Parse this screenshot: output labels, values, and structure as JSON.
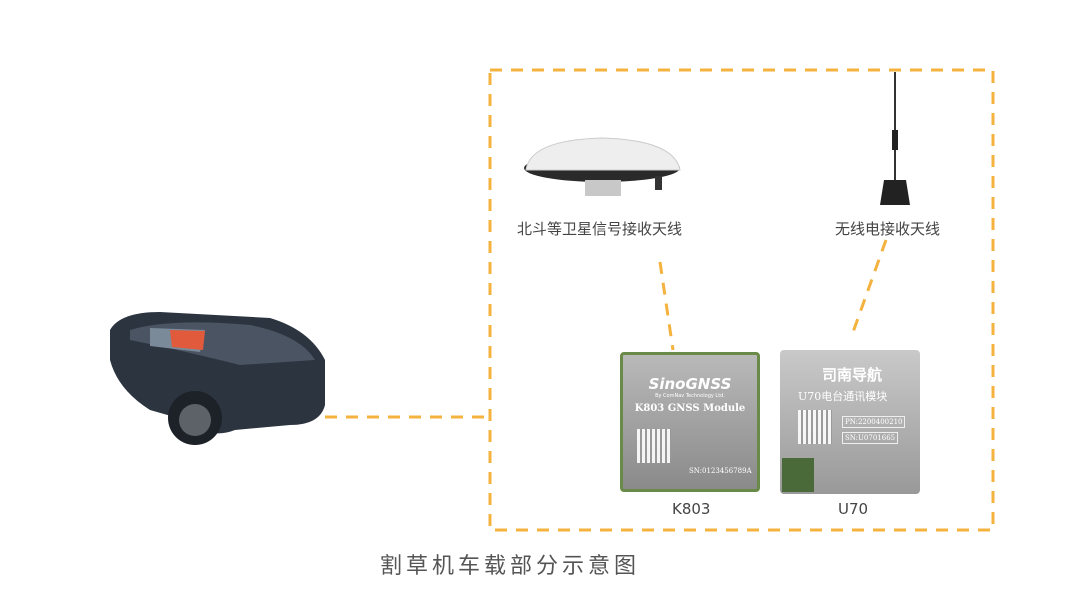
{
  "title": "割草机车载部分示意图",
  "labels": {
    "gnss_antenna": "北斗等卫星信号接收天线",
    "radio_antenna": "无线电接收天线",
    "k803": "K803",
    "u70": "U70"
  },
  "k803_module": {
    "brand": "SinoGNSS",
    "sub": "By ComNav Technology Ltd.",
    "name": "K803 GNSS Module",
    "sn": "SN:0123456789A"
  },
  "u70_module": {
    "brand": "司南导航",
    "name": "U70电台通讯模块",
    "pn": "PN:2200400210",
    "sn": "SN:U0701665"
  },
  "colors": {
    "dash": "#f4b23e",
    "text": "#444444"
  }
}
